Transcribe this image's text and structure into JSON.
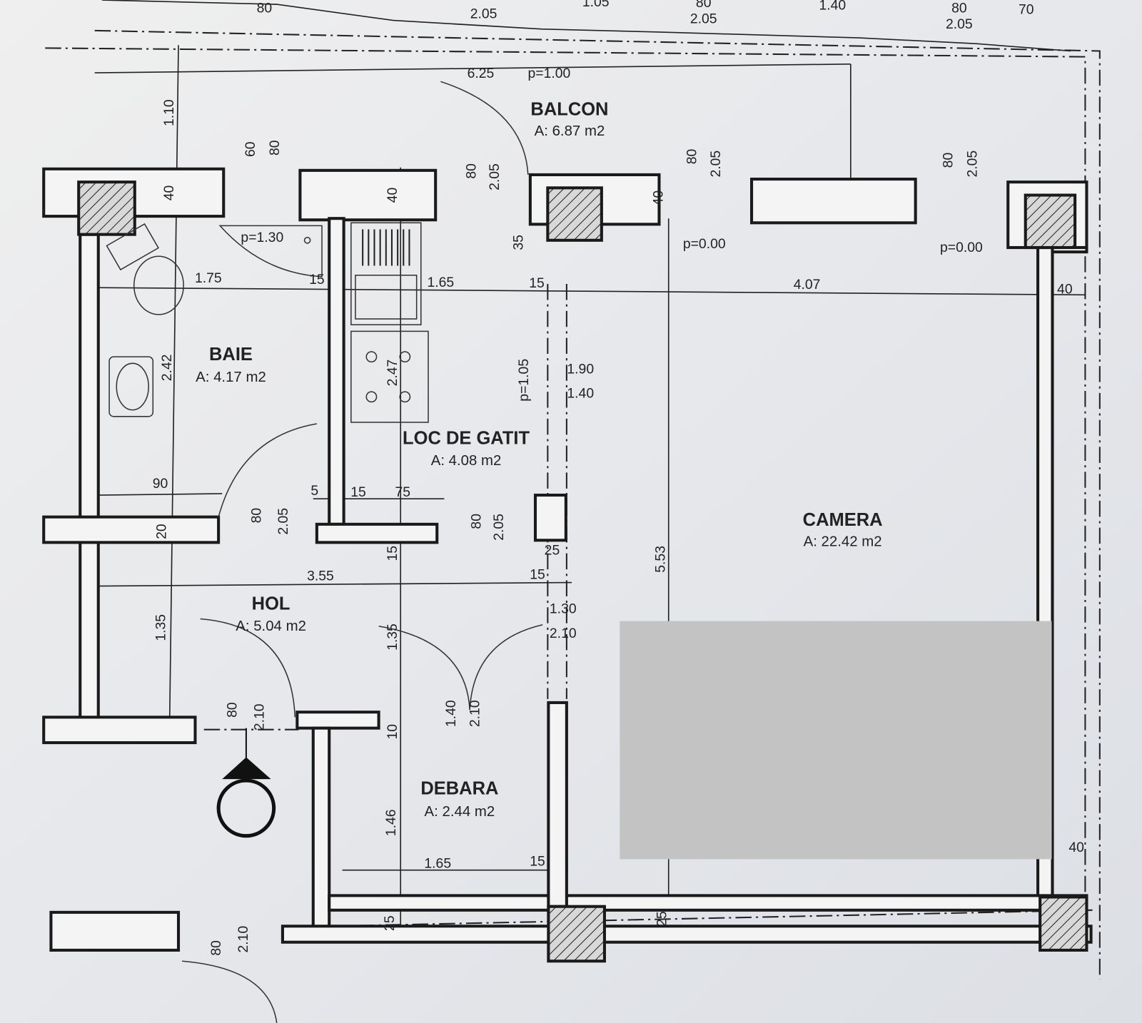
{
  "rooms": [
    {
      "name": "BALCON",
      "area": "A: 6.87 m2"
    },
    {
      "name": "BAIE",
      "area": "A: 4.17 m2"
    },
    {
      "name": "LOC DE GATIT",
      "area": "A: 4.08 m2"
    },
    {
      "name": "CAMERA",
      "area": "A: 22.42 m2"
    },
    {
      "name": "HOL",
      "area": "A: 5.04 m2"
    },
    {
      "name": "DEBARA",
      "area": "A: 2.44 m2"
    }
  ],
  "dims": [
    "80",
    "2.05",
    "1.05",
    "80",
    "2.05",
    "1.40",
    "80",
    "2.05",
    "70",
    "6.25",
    "p=1.00",
    "1.10",
    "60",
    "80",
    "40",
    "40",
    "80",
    "2.05",
    "80",
    "2.05",
    "80",
    "2.05",
    "35",
    "40",
    "p=1.30",
    "p=0.00",
    "p=0.00",
    "1.75",
    "15",
    "1.65",
    "15",
    "4.07",
    "40",
    "2.42",
    "2.47",
    "p=1.05",
    "1.90",
    "1.40",
    "90",
    "5",
    "15",
    "75",
    "80",
    "2.05",
    "20",
    "80",
    "2.05",
    "15",
    "25",
    "5.53",
    "3.55",
    "15",
    "1.30",
    "2.10",
    "1.35",
    "1.35",
    "80",
    "2.10",
    "1.40",
    "2.10",
    "10",
    "1.46",
    "1.65",
    "15",
    "25",
    "25",
    "80",
    "2.10",
    "40"
  ],
  "colors": {
    "paper": "#e9e9e9",
    "ink": "#1a1a1a",
    "redaction": "#c3c3c3"
  },
  "icons": [
    "north-arrow-icon",
    "toilet-icon",
    "sink-icon",
    "shower-icon",
    "stove-icon"
  ]
}
